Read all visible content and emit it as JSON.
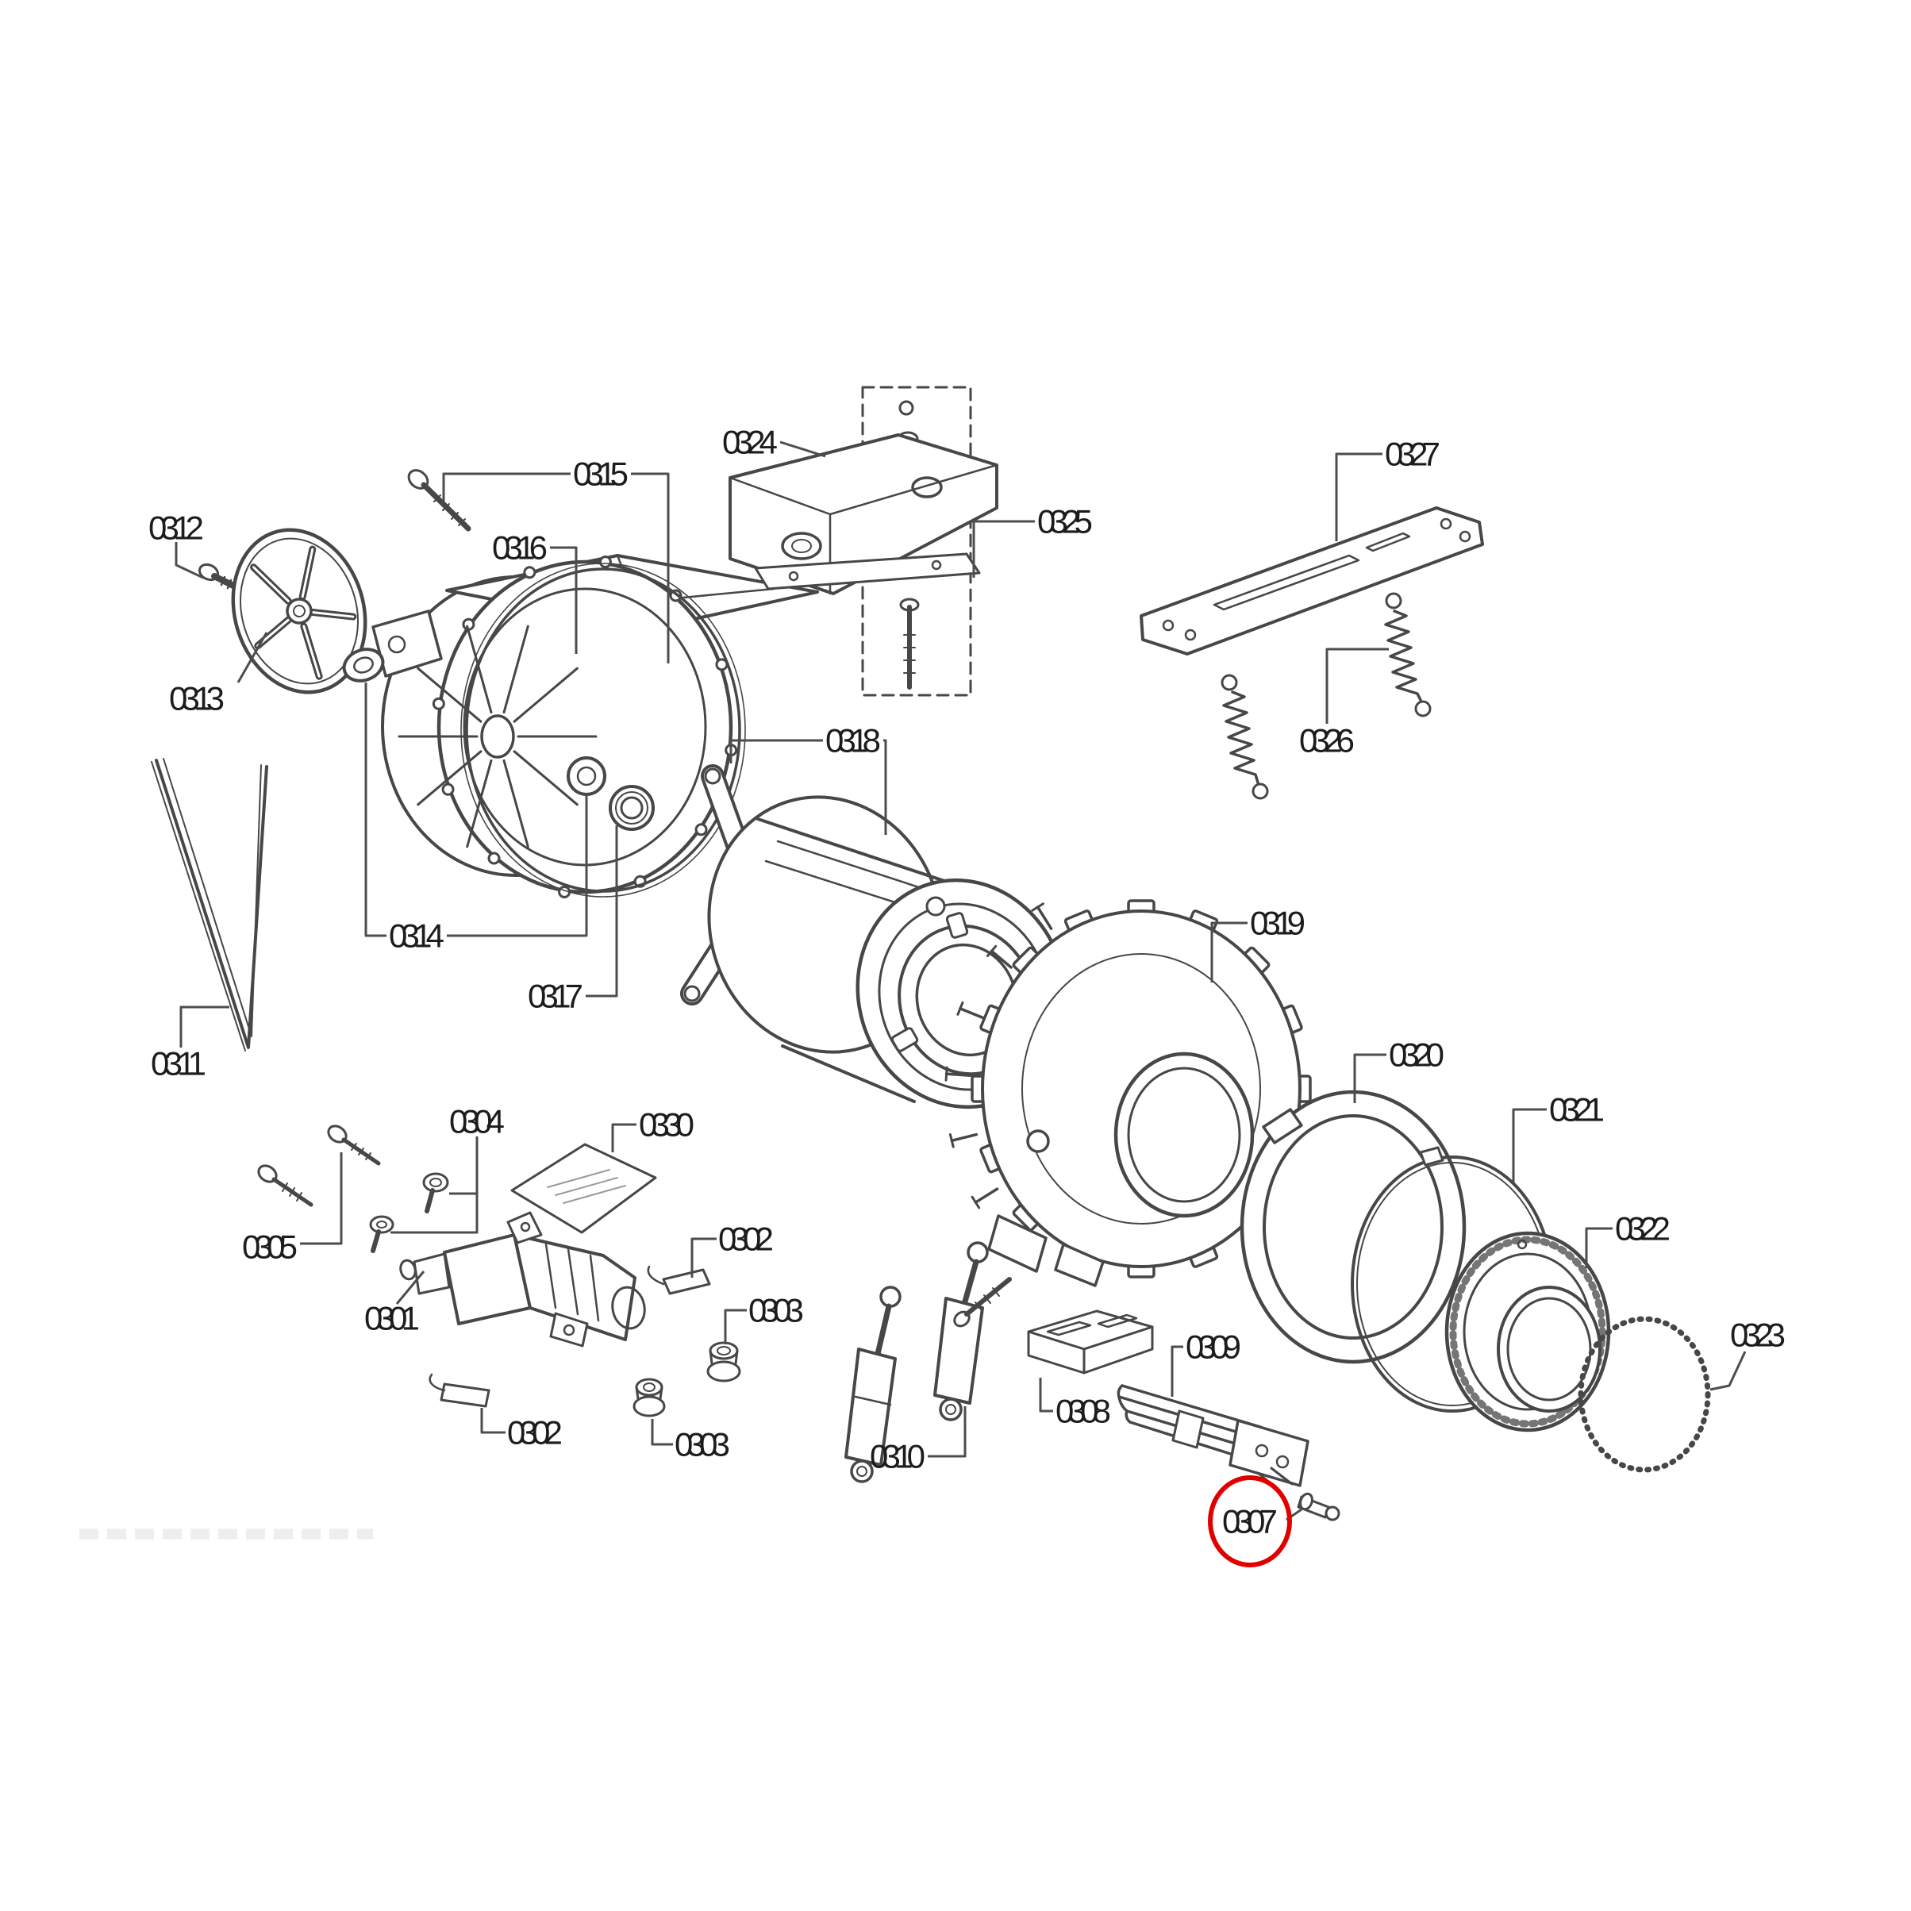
{
  "diagram": {
    "type": "exploded-parts-diagram",
    "subject": "washing machine drum and tub assembly",
    "background": "#ffffff",
    "colors": {
      "line": "#474747",
      "leader": "#4d4d4d",
      "ink": "#1c1c1c",
      "highlight": "#e10000"
    },
    "highlight": {
      "part": "0307",
      "shape": "red-circle"
    },
    "watermark": {
      "present": true,
      "legible": false
    },
    "labels": [
      {
        "id": "0301",
        "text": "0301"
      },
      {
        "id": "0302a",
        "text": "0302"
      },
      {
        "id": "0302b",
        "text": "0302"
      },
      {
        "id": "0303a",
        "text": "0303"
      },
      {
        "id": "0303b",
        "text": "0303"
      },
      {
        "id": "0304",
        "text": "0304"
      },
      {
        "id": "0305",
        "text": "0305"
      },
      {
        "id": "0307",
        "text": "0307",
        "circled": true
      },
      {
        "id": "0308",
        "text": "0308"
      },
      {
        "id": "0309",
        "text": "0309"
      },
      {
        "id": "0310",
        "text": "0310"
      },
      {
        "id": "0311",
        "text": "0311"
      },
      {
        "id": "0312",
        "text": "0312"
      },
      {
        "id": "0313",
        "text": "0313"
      },
      {
        "id": "0314",
        "text": "0314"
      },
      {
        "id": "0315",
        "text": "0315"
      },
      {
        "id": "0316",
        "text": "0316"
      },
      {
        "id": "0317",
        "text": "0317"
      },
      {
        "id": "0318",
        "text": "0318"
      },
      {
        "id": "0319",
        "text": "0319"
      },
      {
        "id": "0320",
        "text": "0320"
      },
      {
        "id": "0321",
        "text": "0321"
      },
      {
        "id": "0322",
        "text": "0322"
      },
      {
        "id": "0323",
        "text": "0323"
      },
      {
        "id": "0324",
        "text": "0324"
      },
      {
        "id": "0325",
        "text": "0325"
      },
      {
        "id": "0326",
        "text": "0326"
      },
      {
        "id": "0327",
        "text": "0327"
      },
      {
        "id": "0330",
        "text": "0330"
      }
    ]
  }
}
